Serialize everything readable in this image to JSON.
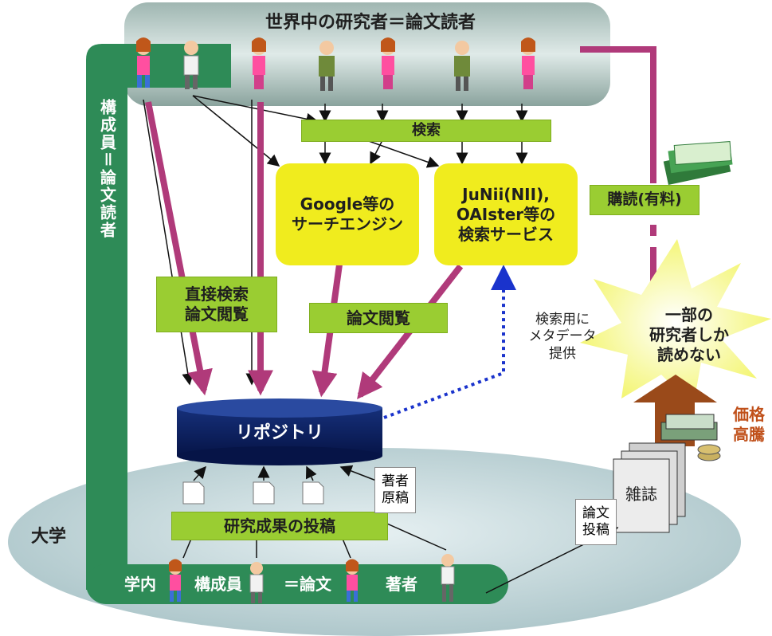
{
  "top_band": {
    "title": "世界中の研究者＝論文読者"
  },
  "members_bar": {
    "label": "構成員＝論文読者"
  },
  "search_box": {
    "label": "検索"
  },
  "engines": {
    "google": "Google等の\nサーチエンジン",
    "junii": "JuNii(NII),\nOAIster等の\n検索サービス"
  },
  "arrow_labels": {
    "direct": "直接検索\n論文閲覧",
    "browse": "論文閲覧",
    "subscription": "購読(有料)",
    "metadata": "検索用に\nメタデータ\n提供"
  },
  "repository": {
    "label": "リポジトリ"
  },
  "university": {
    "label": "大学"
  },
  "submission_box": {
    "label": "研究成果の投稿"
  },
  "campus_bar": {
    "part1": "学内",
    "part2": "構成員",
    "part3": "＝論文",
    "part4": "著者"
  },
  "manuscript_note": {
    "label": "著者\n原稿"
  },
  "paper_submit_note": {
    "label": "論文\n投稿"
  },
  "journal": {
    "label": "雑誌"
  },
  "starburst": {
    "label": "一部の\n研究者しか\n読めない"
  },
  "price": {
    "label": "価格\n高騰"
  },
  "colors": {
    "magenta_arrow": "#b03a7a",
    "green_bar": "#2e8b57",
    "lime_box": "#9acd32",
    "yellow_box": "#f0ec1e",
    "repository": "#0a1a5c",
    "dotted": "#1a33cc",
    "price_text": "#c0501a"
  }
}
